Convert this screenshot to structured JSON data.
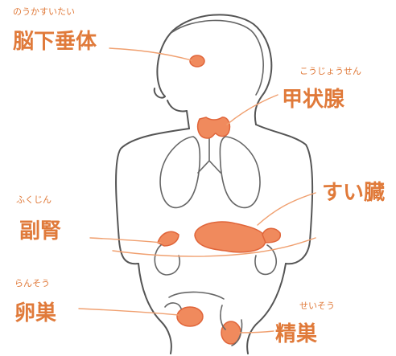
{
  "labels": {
    "pituitary": {
      "text": "脳下垂体",
      "reading": "のうかすいたい"
    },
    "thyroid": {
      "text": "甲状腺",
      "reading": "こうじょうせん"
    },
    "pancreas": {
      "text": "すい臓",
      "reading": ""
    },
    "adrenal": {
      "text": "副腎",
      "reading": "ふくじん"
    },
    "ovary": {
      "text": "卵巣",
      "reading": "らんそう"
    },
    "testis": {
      "text": "精巣",
      "reading": "せいそう"
    }
  },
  "colors": {
    "organ": "#f08a5d",
    "label": "#e07a3a",
    "outline": "#555555"
  }
}
